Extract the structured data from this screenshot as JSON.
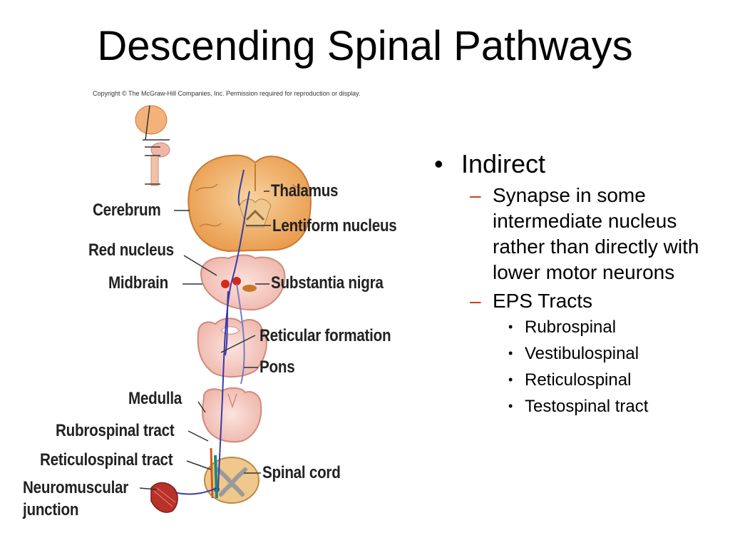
{
  "slide": {
    "title": "Descending Spinal Pathways"
  },
  "figure": {
    "copyright": "Copyright © The McGraw-Hill Companies, Inc. Permission required for reproduction or display.",
    "labels": {
      "thalamus": "Thalamus",
      "cerebrum": "Cerebrum",
      "lentiform_nucleus": "Lentiform nucleus",
      "red_nucleus": "Red nucleus",
      "midbrain": "Midbrain",
      "substantia_nigra": "Substantia nigra",
      "reticular_formation": "Reticular formation",
      "pons": "Pons",
      "medulla": "Medulla",
      "rubrospinal_tract": "Rubrospinal tract",
      "reticulospinal_tract": "Reticulospinal tract",
      "spinal_cord": "Spinal cord",
      "neuromuscular_junction_line1": "Neuromuscular",
      "neuromuscular_junction_line2": "junction"
    }
  },
  "bullets": {
    "level1_marker": "•",
    "level2_marker": "–",
    "level3_marker": "•",
    "indirect": "Indirect",
    "synapse": "Synapse in some intermediate nucleus rather than directly with lower motor neurons",
    "eps_tracts": "EPS Tracts",
    "eps_items": [
      "Rubrospinal",
      "Vestibulospinal",
      "Reticulospinal",
      "Testospinal tract"
    ]
  },
  "colors": {
    "dash_accent": "#cc3300",
    "brain_orange": "#f2b873",
    "tissue_pink": "#f6cfc8",
    "tract_blue": "#3a3aa8",
    "tract_green": "#1a8a7a",
    "muscle_red": "#b8322a"
  }
}
